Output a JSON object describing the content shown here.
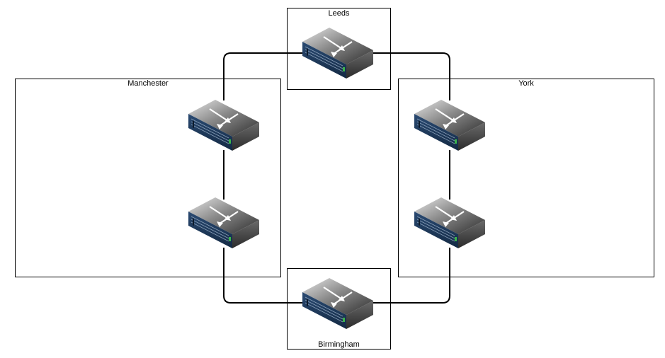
{
  "sites": {
    "leeds": {
      "label": "Leeds"
    },
    "manchester": {
      "label": "Manchester"
    },
    "york": {
      "label": "York"
    },
    "birmingham": {
      "label": "Birmingham"
    }
  },
  "colors": {
    "line": "#000000",
    "switch_top_light": "#d9d9d9",
    "switch_top_dark": "#3a3a3a",
    "switch_front": "#1f3a5c",
    "switch_side": "#555555"
  },
  "icons": {
    "switch": "layer3-switch-icon"
  }
}
